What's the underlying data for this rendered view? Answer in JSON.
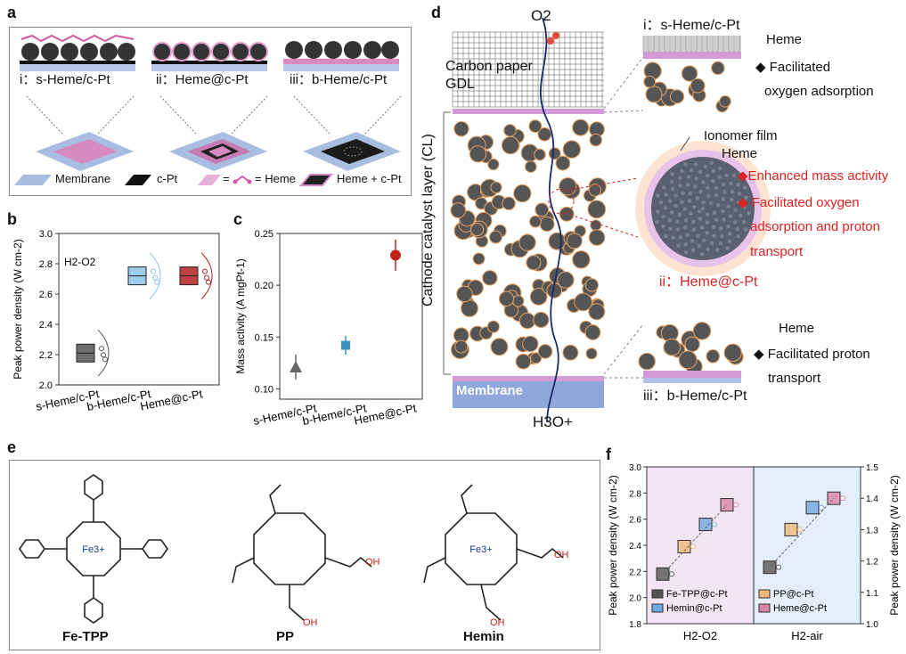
{
  "panel_labels": {
    "a": "a",
    "b": "b",
    "c": "c",
    "d": "d",
    "e": "e",
    "f": "f"
  },
  "panel_a": {
    "labels": {
      "i": "i：s-Heme/c-Pt",
      "ii": "ii：Heme@c-Pt",
      "iii": "iii：b-Heme/c-Pt"
    },
    "legend": {
      "membrane": "Membrane",
      "cpt": "c-Pt",
      "heme_eq": "=",
      "heme_eq2": "= Heme",
      "heme_cpt": "Heme + c-Pt"
    }
  },
  "panel_d": {
    "top_label": "O2",
    "bottom_label": "H3O+",
    "carbon_paper": "Carbon paper",
    "gdl": "GDL",
    "cl_label": "Cathode catalyst layer (CL)",
    "membrane": "Membrane",
    "inset_i_title": "i：s-Heme/c-Pt",
    "inset_i_heme": "Heme",
    "inset_i_text1": "◆ Facilitated",
    "inset_i_text2": "oxygen adsorption",
    "inset_ii_ionomer": "Ionomer film",
    "inset_ii_heme": "Heme",
    "inset_ii_t1": "◆Enhanced mass activity",
    "inset_ii_t2": "◆ Facilitated oxygen",
    "inset_ii_t3": "adsorption and proton",
    "inset_ii_t4": "transport",
    "inset_ii_title": "ii：Heme@c-Pt",
    "inset_iii_heme": "Heme",
    "inset_iii_t1": "◆ Facilitated proton",
    "inset_iii_t2": "transport",
    "inset_iii_title": "iii：b-Heme/c-Pt"
  },
  "panel_e": {
    "molecules": [
      "Fe-TPP",
      "PP",
      "Hemin"
    ]
  },
  "chart_data": [
    {
      "panel": "b",
      "type": "box",
      "ylabel": "Peak power density (W cm-2)",
      "annotation": "H2-O2",
      "ylim": [
        2.0,
        3.0
      ],
      "yticks": [
        "2.0",
        "2.2",
        "2.4",
        "2.6",
        "2.8",
        "3.0"
      ],
      "categories": [
        "s-Heme/c-Pt",
        "b-Heme/c-Pt",
        "Heme@c-Pt"
      ],
      "values": [
        2.21,
        2.72,
        2.72
      ],
      "colors": [
        "#555555",
        "#8cc4e8",
        "#b22222"
      ]
    },
    {
      "panel": "c",
      "type": "scatter",
      "ylabel": "Mass activity (A mgPt-1)",
      "ylim": [
        0.09,
        0.25
      ],
      "yticks": [
        "0.10",
        "0.15",
        "0.20",
        "0.25"
      ],
      "categories": [
        "s-Heme/c-Pt",
        "b-Heme/c-Pt",
        "Heme@c-Pt"
      ],
      "values": [
        0.121,
        0.142,
        0.229
      ],
      "errors": [
        0.012,
        0.009,
        0.015
      ],
      "colors": [
        "#666666",
        "#3a8fc4",
        "#c0231c"
      ]
    },
    {
      "panel": "f",
      "type": "box",
      "ylabel_left": "Peak power density (W cm-2)",
      "ylabel_right": "Peak power density (W cm-2)",
      "yticks_left": [
        "1.8",
        "2.0",
        "2.2",
        "2.4",
        "2.6",
        "2.8",
        "3.0"
      ],
      "yticks_right": [
        "1.0",
        "1.1",
        "1.2",
        "1.3",
        "1.4",
        "1.5"
      ],
      "ylim_left": [
        1.8,
        3.0
      ],
      "ylim_right": [
        1.0,
        1.5
      ],
      "groups": [
        "H2-O2",
        "H2-air"
      ],
      "series": [
        {
          "name": "Fe-TPP@c-Pt",
          "color": "#555555",
          "h2o2": 2.18,
          "h2air": 1.18
        },
        {
          "name": "PP@c-Pt",
          "color": "#f0b878",
          "h2o2": 2.39,
          "h2air": 1.3
        },
        {
          "name": "Hemin@c-Pt",
          "color": "#6fa8dc",
          "h2o2": 2.56,
          "h2air": 1.37
        },
        {
          "name": "Heme@c-Pt",
          "color": "#d983a6",
          "h2o2": 2.71,
          "h2air": 1.4
        }
      ]
    }
  ]
}
